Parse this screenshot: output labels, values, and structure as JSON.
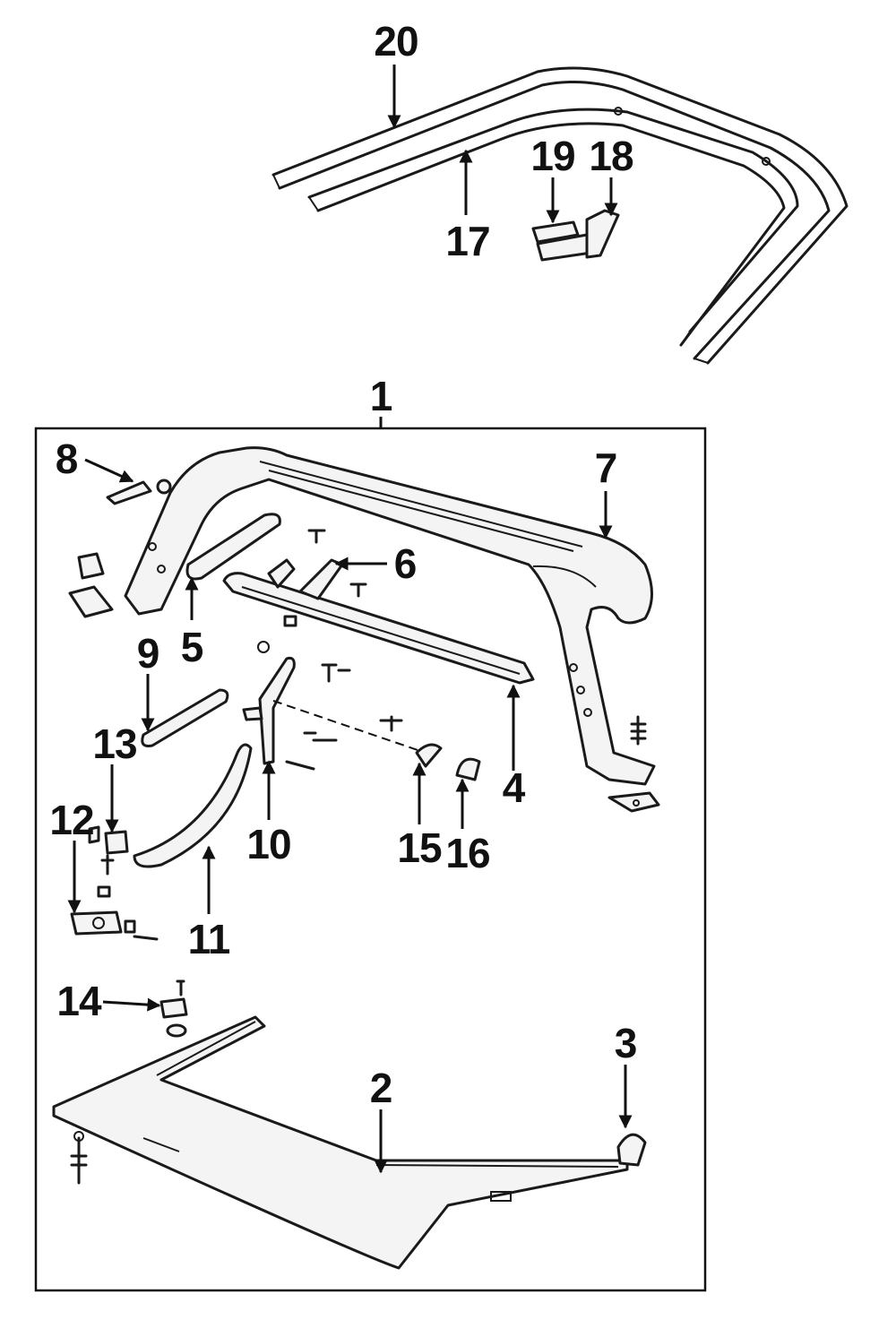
{
  "diagram": {
    "callouts": [
      {
        "id": "20",
        "label": "20"
      },
      {
        "id": "19",
        "label": "19"
      },
      {
        "id": "18",
        "label": "18"
      },
      {
        "id": "17",
        "label": "17"
      },
      {
        "id": "1",
        "label": "1"
      },
      {
        "id": "8",
        "label": "8"
      },
      {
        "id": "7",
        "label": "7"
      },
      {
        "id": "6",
        "label": "6"
      },
      {
        "id": "5",
        "label": "5"
      },
      {
        "id": "9",
        "label": "9"
      },
      {
        "id": "13",
        "label": "13"
      },
      {
        "id": "4",
        "label": "4"
      },
      {
        "id": "12",
        "label": "12"
      },
      {
        "id": "10",
        "label": "10"
      },
      {
        "id": "15",
        "label": "15"
      },
      {
        "id": "16",
        "label": "16"
      },
      {
        "id": "11",
        "label": "11"
      },
      {
        "id": "14",
        "label": "14"
      },
      {
        "id": "3",
        "label": "3"
      },
      {
        "id": "2",
        "label": "2"
      }
    ]
  }
}
